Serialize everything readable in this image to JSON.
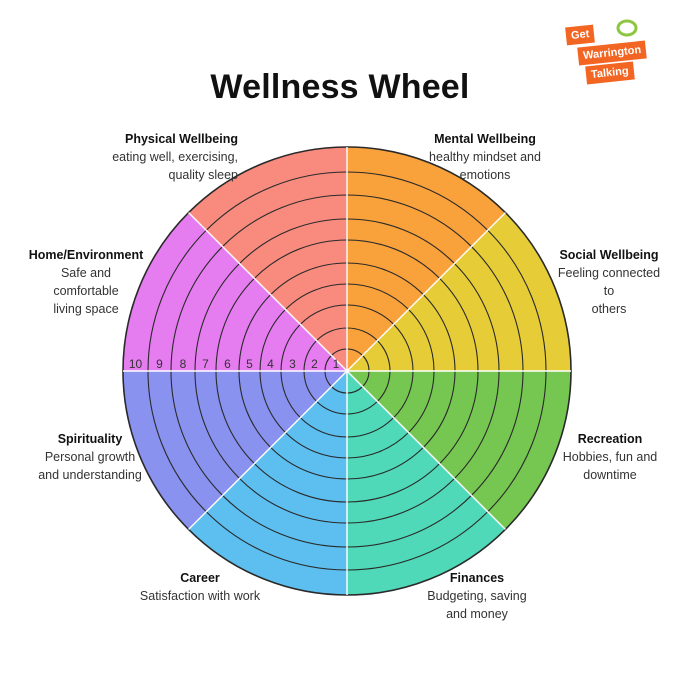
{
  "title": "Wellness Wheel",
  "logo": {
    "line1": "Get",
    "line2": "Warrington",
    "line3": "Talking",
    "color": "#f26522",
    "bubble_color": "#8dc63f"
  },
  "scale_labels": [
    "1",
    "2",
    "3",
    "4",
    "5",
    "6",
    "7",
    "8",
    "9",
    "10"
  ],
  "segments": [
    {
      "name": "Mental Wellbeing",
      "description": "healthy mindset and\nemotions",
      "color": "#f9a13a"
    },
    {
      "name": "Social Wellbeing",
      "description": "Feeling connected\nto\nothers",
      "color": "#e6cd38"
    },
    {
      "name": "Recreation",
      "description": "Hobbies, fun and\ndowntime",
      "color": "#76c652"
    },
    {
      "name": "Finances",
      "description": "Budgeting, saving\nand money",
      "color": "#4fd9b8"
    },
    {
      "name": "Career",
      "description": "Satisfaction with work",
      "color": "#5cbff0"
    },
    {
      "name": "Spirituality",
      "description": "Personal growth\nand understanding",
      "color": "#8a92f0"
    },
    {
      "name": "Home/Environment",
      "description": "Safe and\ncomfortable\nliving space",
      "color": "#e57df0"
    },
    {
      "name": "Physical Wellbeing",
      "description": "eating well, exercising,\nquality sleep",
      "color": "#f88a7e"
    }
  ]
}
